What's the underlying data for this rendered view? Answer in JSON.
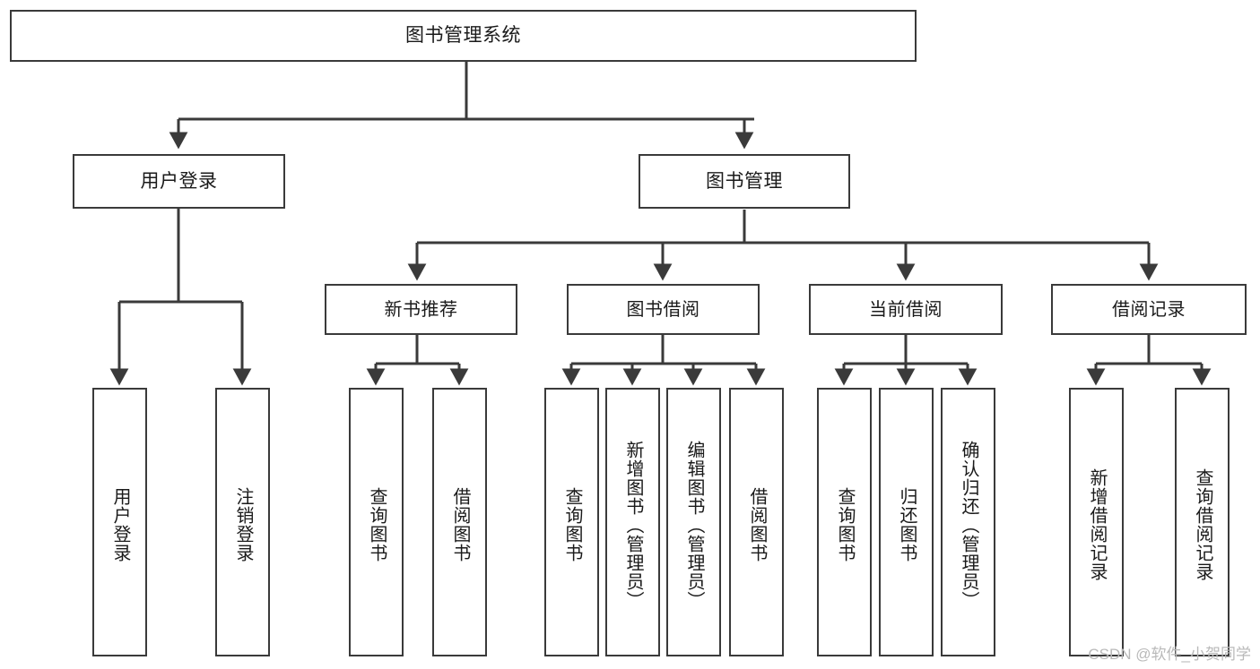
{
  "diagram": {
    "title": "图书管理系统",
    "type": "tree-structure-chart",
    "stroke_color": "#3a3a3a",
    "fill_color": "#ffffff",
    "text_color": "#1a1a1a"
  },
  "nodes": {
    "root": {
      "label": "图书管理系统"
    },
    "level2": [
      {
        "label": "用户登录"
      },
      {
        "label": "图书管理"
      }
    ],
    "level3": [
      {
        "label": "新书推荐"
      },
      {
        "label": "图书借阅"
      },
      {
        "label": "当前借阅"
      },
      {
        "label": "借阅记录"
      }
    ],
    "leaves": {
      "user_login": [
        {
          "label": "用户登录"
        },
        {
          "label": "注销登录"
        }
      ],
      "new_book": [
        {
          "label": "查询图书"
        },
        {
          "label": "借阅图书"
        }
      ],
      "book_borrow": [
        {
          "label": "查询图书"
        },
        {
          "label": "新增图书（管理员）"
        },
        {
          "label": "编辑图书（管理员）"
        },
        {
          "label": "借阅图书"
        }
      ],
      "current_borrow": [
        {
          "label": "查询图书"
        },
        {
          "label": "归还图书"
        },
        {
          "label": "确认归还（管理员）"
        }
      ],
      "borrow_record": [
        {
          "label": "新增借阅记录"
        },
        {
          "label": "查询借阅记录"
        }
      ]
    }
  },
  "watermark": {
    "text": "CSDN @软件_小贺同学"
  }
}
